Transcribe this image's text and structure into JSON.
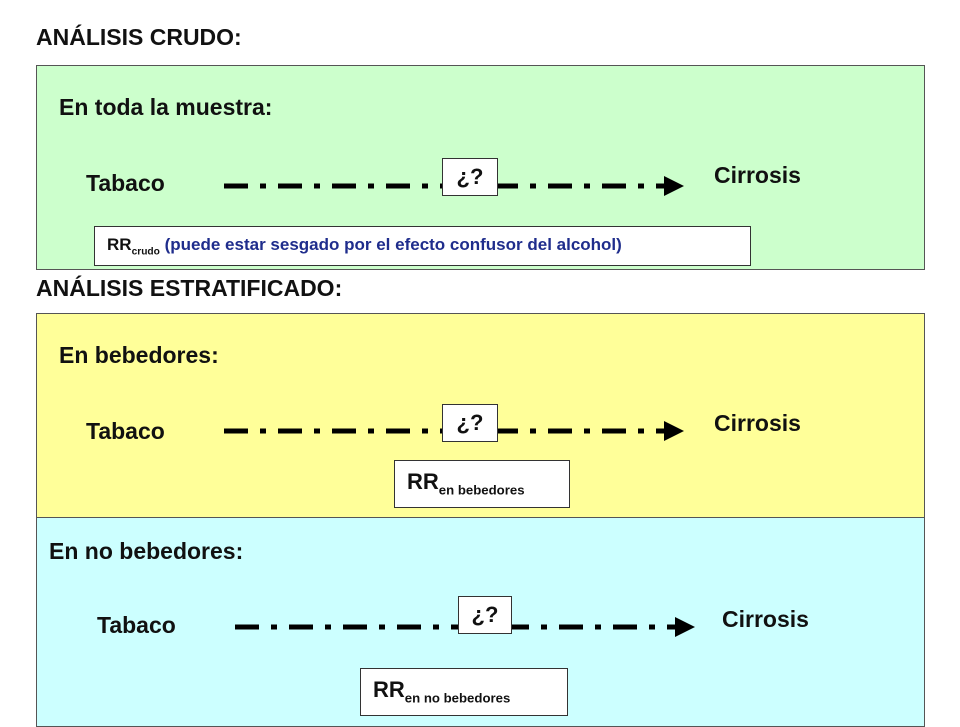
{
  "colors": {
    "crude_bg": "#ccffcc",
    "drinkers_bg": "#ffff99",
    "nondrinkers_bg": "#ccffff",
    "blue_text": "#1f2d8c"
  },
  "crude": {
    "heading": "ANÁLISIS CRUDO:",
    "subtitle": "En toda la muestra:",
    "exposure": "Tabaco",
    "question": "¿?",
    "outcome": "Cirrosis",
    "rr_main": "RR",
    "rr_sub": "crudo",
    "rr_note": "(puede estar sesgado por el efecto confusor del alcohol)"
  },
  "stratified": {
    "heading": "ANÁLISIS ESTRATIFICADO:",
    "drinkers": {
      "subtitle": "En bebedores:",
      "exposure": "Tabaco",
      "question": "¿?",
      "outcome": "Cirrosis",
      "rr_main": "RR",
      "rr_sub": "en bebedores"
    },
    "nondrinkers": {
      "subtitle": "En no bebedores:",
      "exposure": "Tabaco",
      "question": "¿?",
      "outcome": "Cirrosis",
      "rr_main": "RR",
      "rr_sub": "en no bebedores"
    }
  }
}
